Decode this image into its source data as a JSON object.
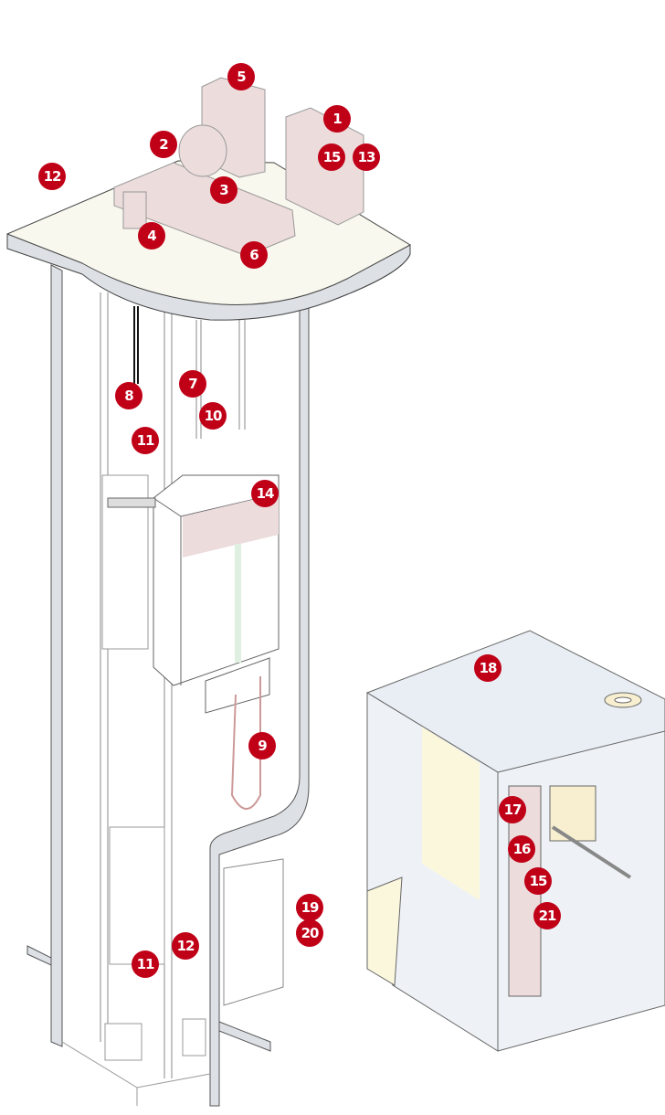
{
  "colors": {
    "callout": "#c00017",
    "machine": "#ecdcdc",
    "slab_top": "#f8f8ee",
    "slab_edge": "#dde1e6",
    "cabin": "#eef2f7"
  },
  "callouts": [
    {
      "id": "c1",
      "label": "1"
    },
    {
      "id": "c5",
      "label": "5"
    },
    {
      "id": "c2",
      "label": "2"
    },
    {
      "id": "c15a",
      "label": "15"
    },
    {
      "id": "c13",
      "label": "13"
    },
    {
      "id": "c12a",
      "label": "12"
    },
    {
      "id": "c3",
      "label": "3"
    },
    {
      "id": "c4",
      "label": "4"
    },
    {
      "id": "c6",
      "label": "6"
    },
    {
      "id": "c8",
      "label": "8"
    },
    {
      "id": "c7",
      "label": "7"
    },
    {
      "id": "c10",
      "label": "10"
    },
    {
      "id": "c11a",
      "label": "11"
    },
    {
      "id": "c14",
      "label": "14"
    },
    {
      "id": "c18",
      "label": "18"
    },
    {
      "id": "c9",
      "label": "9"
    },
    {
      "id": "c17",
      "label": "17"
    },
    {
      "id": "c16",
      "label": "16"
    },
    {
      "id": "c15b",
      "label": "15"
    },
    {
      "id": "c21",
      "label": "21"
    },
    {
      "id": "c19",
      "label": "19"
    },
    {
      "id": "c20",
      "label": "20"
    },
    {
      "id": "c12b",
      "label": "12"
    },
    {
      "id": "c11b",
      "label": "11"
    }
  ]
}
